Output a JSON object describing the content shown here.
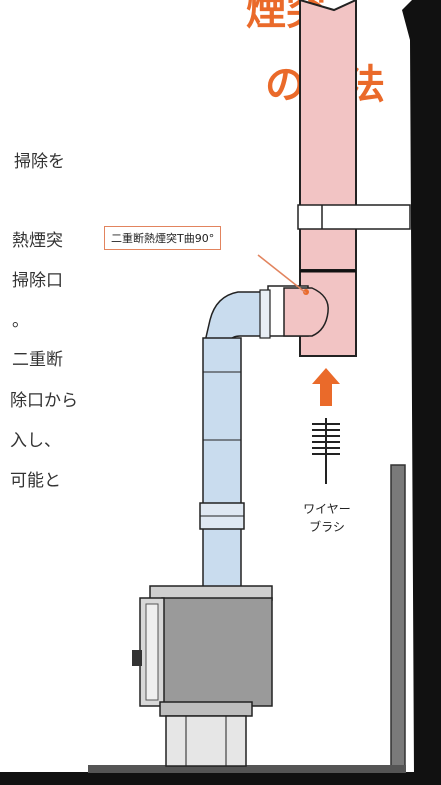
{
  "title": {
    "line1": "煙突",
    "line2": "の用法"
  },
  "body_lines": [
    "掃除を",
    "熱煙突",
    "掃除口",
    "。",
    "二重断",
    "除口から",
    "入し、",
    "可能と"
  ],
  "callout_label": "二重断熱煙突T曲90°",
  "caption": {
    "line1": "ワイヤー",
    "line2": "ブラシ"
  },
  "colors": {
    "accent": "#ea6a2a",
    "chimney_pink": "#f2c4c4",
    "pipe_blue": "#c9dcee",
    "wall_dark": "#111111",
    "stove_gray": "#8e8e8e"
  }
}
